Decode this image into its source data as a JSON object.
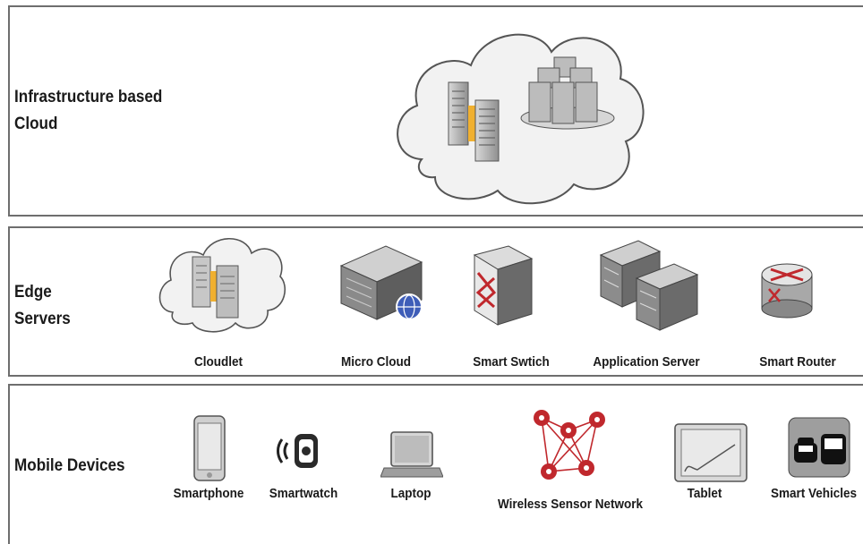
{
  "tiers": {
    "cloud": {
      "label": "Infrastructure based\nCloud",
      "icons": [
        "cloud-icon",
        "server-rack-icon",
        "server-cluster-icon"
      ]
    },
    "edge": {
      "label": "Edge\nServers",
      "items": [
        {
          "label": "Cloudlet",
          "icon": "cloud-server-icon"
        },
        {
          "label": "Micro Cloud",
          "icon": "micro-cloud-server-icon"
        },
        {
          "label": "Smart Swtich",
          "icon": "switch-icon"
        },
        {
          "label": "Application Server",
          "icon": "application-server-icon"
        },
        {
          "label": "Smart Router",
          "icon": "router-icon"
        }
      ]
    },
    "mobile": {
      "label": "Mobile Devices",
      "items": [
        {
          "label": "Smartphone",
          "icon": "smartphone-icon"
        },
        {
          "label": "Smartwatch",
          "icon": "smartwatch-icon"
        },
        {
          "label": "Laptop",
          "icon": "laptop-icon"
        },
        {
          "label": "Wireless Sensor Network",
          "icon": "sensor-network-icon"
        },
        {
          "label": "Tablet",
          "icon": "tablet-icon"
        },
        {
          "label": "Smart Vehicles",
          "icon": "vehicles-icon"
        }
      ]
    }
  },
  "colors": {
    "border": "#6e6e6e",
    "sensor_red": "#c0282d",
    "server_gray": "#9a9a9a",
    "accent_orange": "#f0b030"
  }
}
